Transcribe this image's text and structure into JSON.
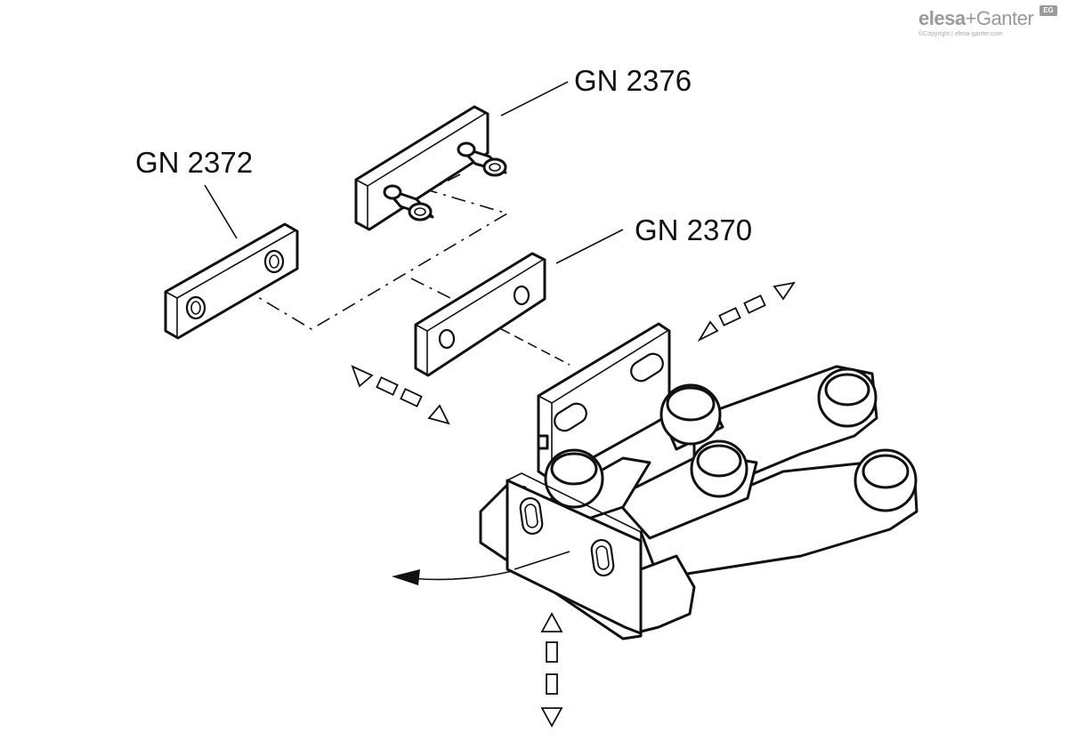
{
  "labels": {
    "gn2376": "GN 2376",
    "gn2372": "GN 2372",
    "gn2370": "GN 2370"
  },
  "logo": {
    "brand_left": "elesa",
    "brand_plus": "+",
    "brand_right": "Ganter",
    "badge": "EG",
    "copyright": "©Copyright | elesa-ganter.com"
  },
  "icons": [
    "adjust-direction-arrow-icon",
    "swing-direction-arrow-icon"
  ],
  "colors": {
    "line": "#111111",
    "logo": "#9a9a9a"
  }
}
